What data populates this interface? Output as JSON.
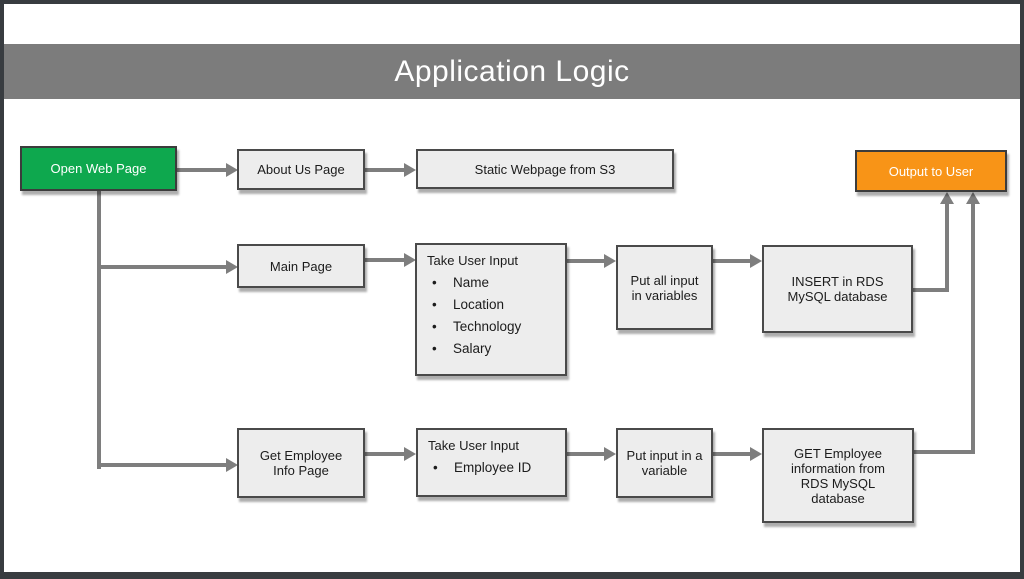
{
  "title": "Application Logic",
  "glyphs": {
    "bullet": "•"
  },
  "colors": {
    "frame": "#383c40",
    "title_bar": "#7c7c7c",
    "title_text": "#ffffff",
    "start_green": "#0ea84e",
    "output_orange": "#f89417",
    "box_fill": "#ededed",
    "box_border": "#4a4a4a",
    "connector_gray": "#7e7e7e",
    "box_text": "#1c1c1c"
  },
  "nodes": {
    "open_web_page": {
      "label": "Open Web Page"
    },
    "about_us": {
      "label": "About Us Page"
    },
    "static_webpage": {
      "label": "Static Webpage from S3"
    },
    "output_to_user": {
      "label": "Output to User"
    },
    "main_page": {
      "label": "Main Page"
    },
    "take_user_input_main": {
      "title": "Take User Input",
      "bullets": [
        "Name",
        "Location",
        "Technology",
        "Salary"
      ]
    },
    "put_all_input": {
      "label": "Put all input in variables"
    },
    "insert_rds": {
      "label": "INSERT in RDS MySQL database"
    },
    "get_employee_info": {
      "label": "Get Employee Info Page"
    },
    "take_user_input_employee": {
      "title": "Take User Input",
      "bullets": [
        "Employee ID"
      ]
    },
    "put_input_variable": {
      "label": "Put input in a variable"
    },
    "get_employee_rds": {
      "label": "GET Employee information from RDS MySQL database"
    }
  }
}
